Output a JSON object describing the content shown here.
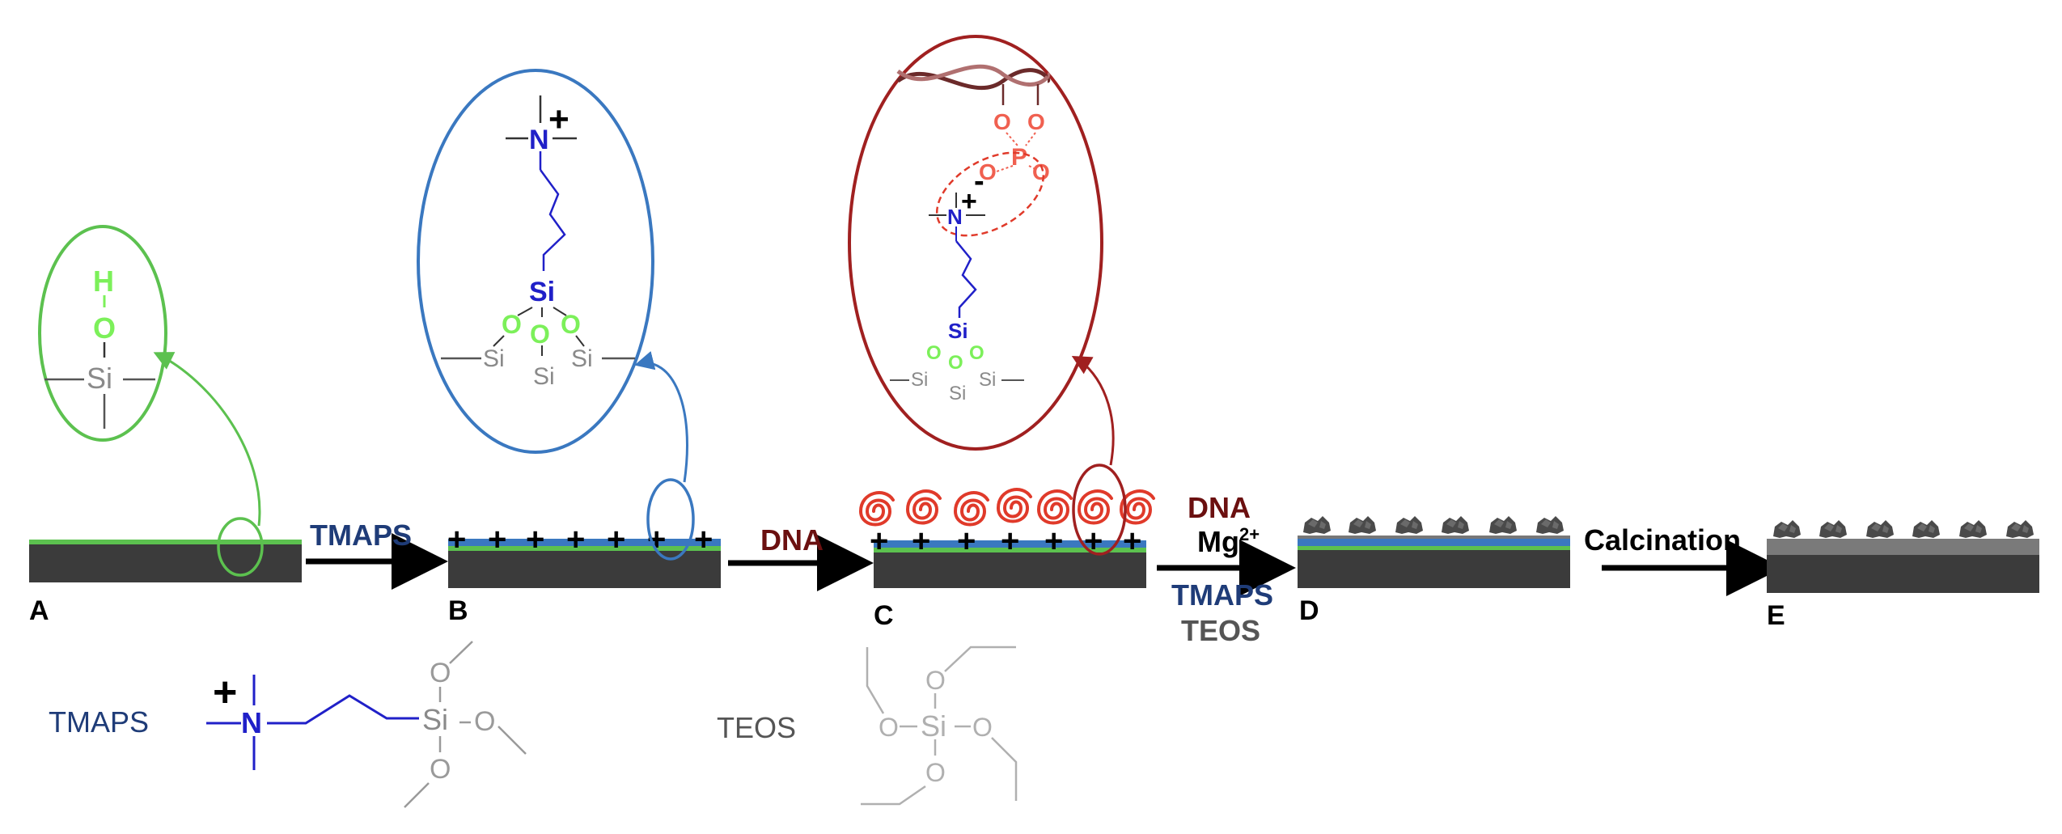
{
  "colors": {
    "substrate": "#3b3b3b",
    "silanol_green": "#5cc14f",
    "hydroxyl_light_green": "#7cf05a",
    "tmaps_blue": "#3a78c0",
    "nitrogen_blue": "#2020c8",
    "dna_red": "#a02020",
    "phosphate_red": "#f06050",
    "silicon_gray": "#8a8a8a",
    "tmaps_label_navy": "#1f3c78",
    "dna_label_maroon": "#6b1010",
    "teos_label_gray": "#555555"
  },
  "steps": {
    "a": {
      "label": "A"
    },
    "b": {
      "label": "B"
    },
    "c": {
      "label": "C"
    },
    "d": {
      "label": "D"
    },
    "e": {
      "label": "E"
    }
  },
  "arrows": {
    "a_to_b": {
      "label": "TMAPS"
    },
    "b_to_c": {
      "label": "DNA"
    },
    "c_to_d": {
      "top_label": "DNA",
      "mg_label": "Mg",
      "mg_charge": "2+",
      "bottom_label_1": "TMAPS",
      "bottom_label_2": "TEOS"
    },
    "d_to_e": {
      "label": "Calcination"
    }
  },
  "atoms": {
    "hydrogen": "H",
    "oxygen": "O",
    "silicon": "Si",
    "nitrogen": "N",
    "phosphorus": "P",
    "plus": "+",
    "minus": "-"
  },
  "legend": {
    "tmaps_name": "TMAPS",
    "teos_name": "TEOS"
  }
}
